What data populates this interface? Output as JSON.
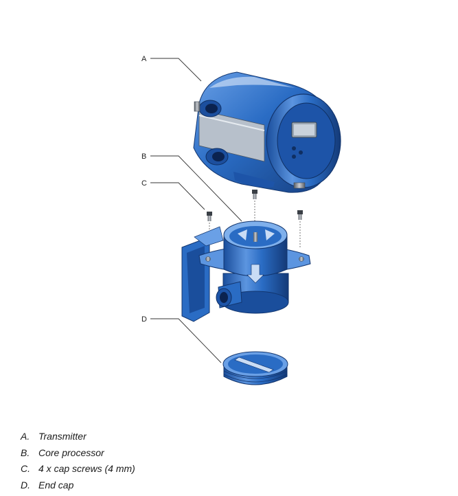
{
  "diagram": {
    "callouts": [
      {
        "key": "A",
        "label": "Transmitter"
      },
      {
        "key": "B",
        "label": "Core processor"
      },
      {
        "key": "C",
        "label": "4 x cap screws (4 mm)"
      },
      {
        "key": "D",
        "label": "End cap"
      }
    ],
    "colors": {
      "body": "#2a6cc4",
      "body_dark": "#1a4e9c",
      "body_light": "#6aa0e6",
      "highlight": "#c9dcf5",
      "screw": "#8a8f96"
    }
  }
}
